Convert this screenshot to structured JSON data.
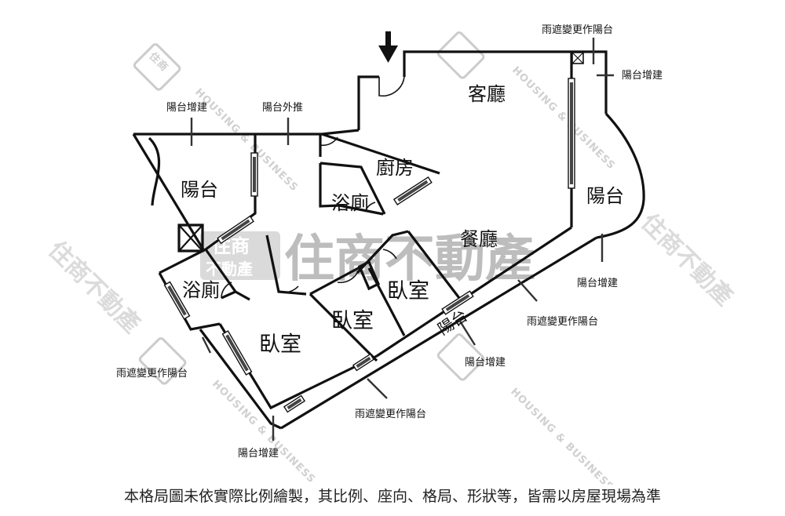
{
  "rooms": {
    "living_room": "客廳",
    "kitchen": "廚房",
    "bath_upper": "浴廁",
    "dining": "餐廳",
    "bedroom_right": "臥室",
    "bedroom_middle": "臥室",
    "bedroom_large": "臥室",
    "bath_left": "浴廁",
    "balcony_left": "陽台",
    "balcony_right": "陽台",
    "balcony_bottom": "陽台"
  },
  "notes": {
    "top_right_awning": "雨遮變更作陽台",
    "top_right_extension": "陽台增建",
    "top_left_extension": "陽台增建",
    "top_push_out": "陽台外推",
    "right_extension": "陽台增建",
    "right_awning": "雨遮變更作陽台",
    "middle_extension": "陽台增建",
    "left_awning": "雨遮變更作陽台",
    "bottom_awning": "雨遮變更作陽台",
    "bottom_extension": "陽台增建"
  },
  "watermark": {
    "main": "住商不動產",
    "logo_top": "住商",
    "logo_bottom": "不動產",
    "english": "HOUSING & BUSINESS"
  },
  "disclaimer": "本格局圖未依實際比例繪製，其比例、座向、格局、形狀等，皆需以房屋現場為準"
}
